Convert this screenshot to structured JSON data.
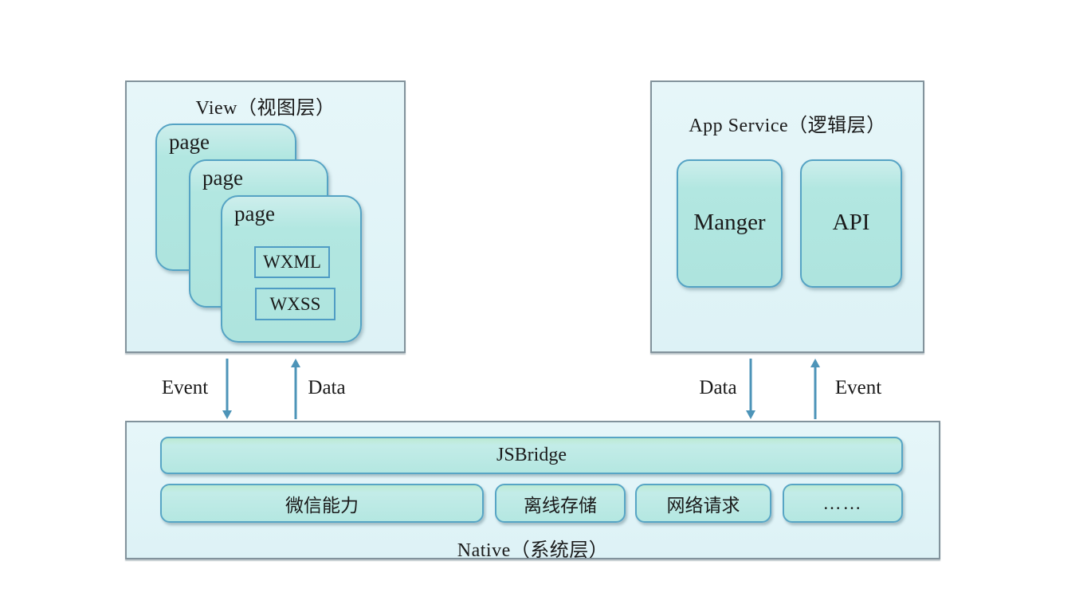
{
  "diagram": {
    "view_layer": {
      "title": "View（视图层）",
      "pages": [
        "page",
        "page",
        "page"
      ],
      "front_page_components": [
        "WXML",
        "WXSS"
      ]
    },
    "app_service_layer": {
      "title": "App Service（逻辑层）",
      "modules": [
        "Manger",
        "API"
      ]
    },
    "native_layer": {
      "title": "Native（系统层）",
      "bridge": "JSBridge",
      "capabilities": [
        "微信能力",
        "离线存储",
        "网络请求",
        "……"
      ]
    },
    "arrows": {
      "view_to_native": "Event",
      "native_to_view": "Data",
      "app_to_native": "Data",
      "native_to_app": "Event"
    },
    "colors": {
      "layer_box_fill": "#ddf2f6",
      "layer_box_border": "#82939c",
      "card_fill": "#b2e7e1",
      "card_border": "#55a3c4",
      "arrow": "#4d94b8",
      "text": "#1a1a1a",
      "background": "#ffffff"
    }
  }
}
